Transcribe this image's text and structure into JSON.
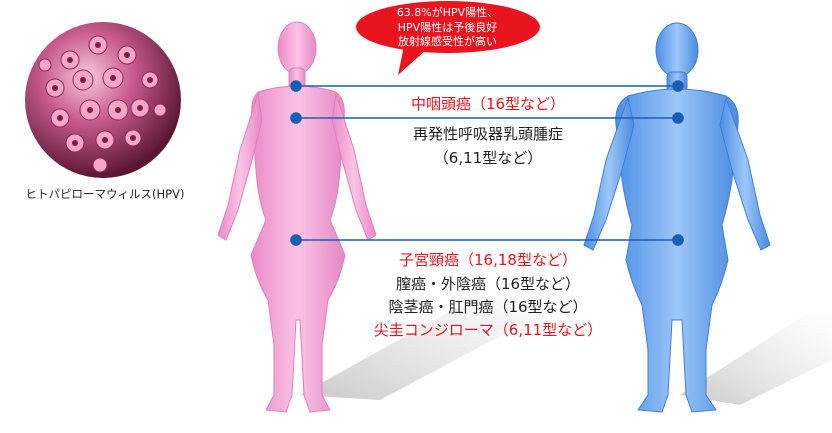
{
  "callout": {
    "line1": "63.8%がHPV陽性、",
    "line2": "HPV陽性は予後良好",
    "line3": "放射線感受性が高い"
  },
  "virus_caption": "ヒトパピローマウィルス(HPV)",
  "labels": {
    "oropharynx": "中咽頭癌（16型など）",
    "rrp_line1": "再発性呼吸器乳頭腫症",
    "rrp_line2": "（6,11型など）",
    "cervix": "子宮頸癌（16,18型など）",
    "vagina_vulva": "膣癌・外陰癌（16型など）",
    "penile_anal": "陰茎癌・肛門癌（16型など）",
    "condyloma": "尖圭コンジローマ（6,11型など）"
  },
  "colors": {
    "female_figure": "#f4a3d6",
    "male_figure": "#79b1f2",
    "connector": "#1a5fb4",
    "highlight_text": "#e5141e",
    "callout_fill": "#e8151f"
  }
}
